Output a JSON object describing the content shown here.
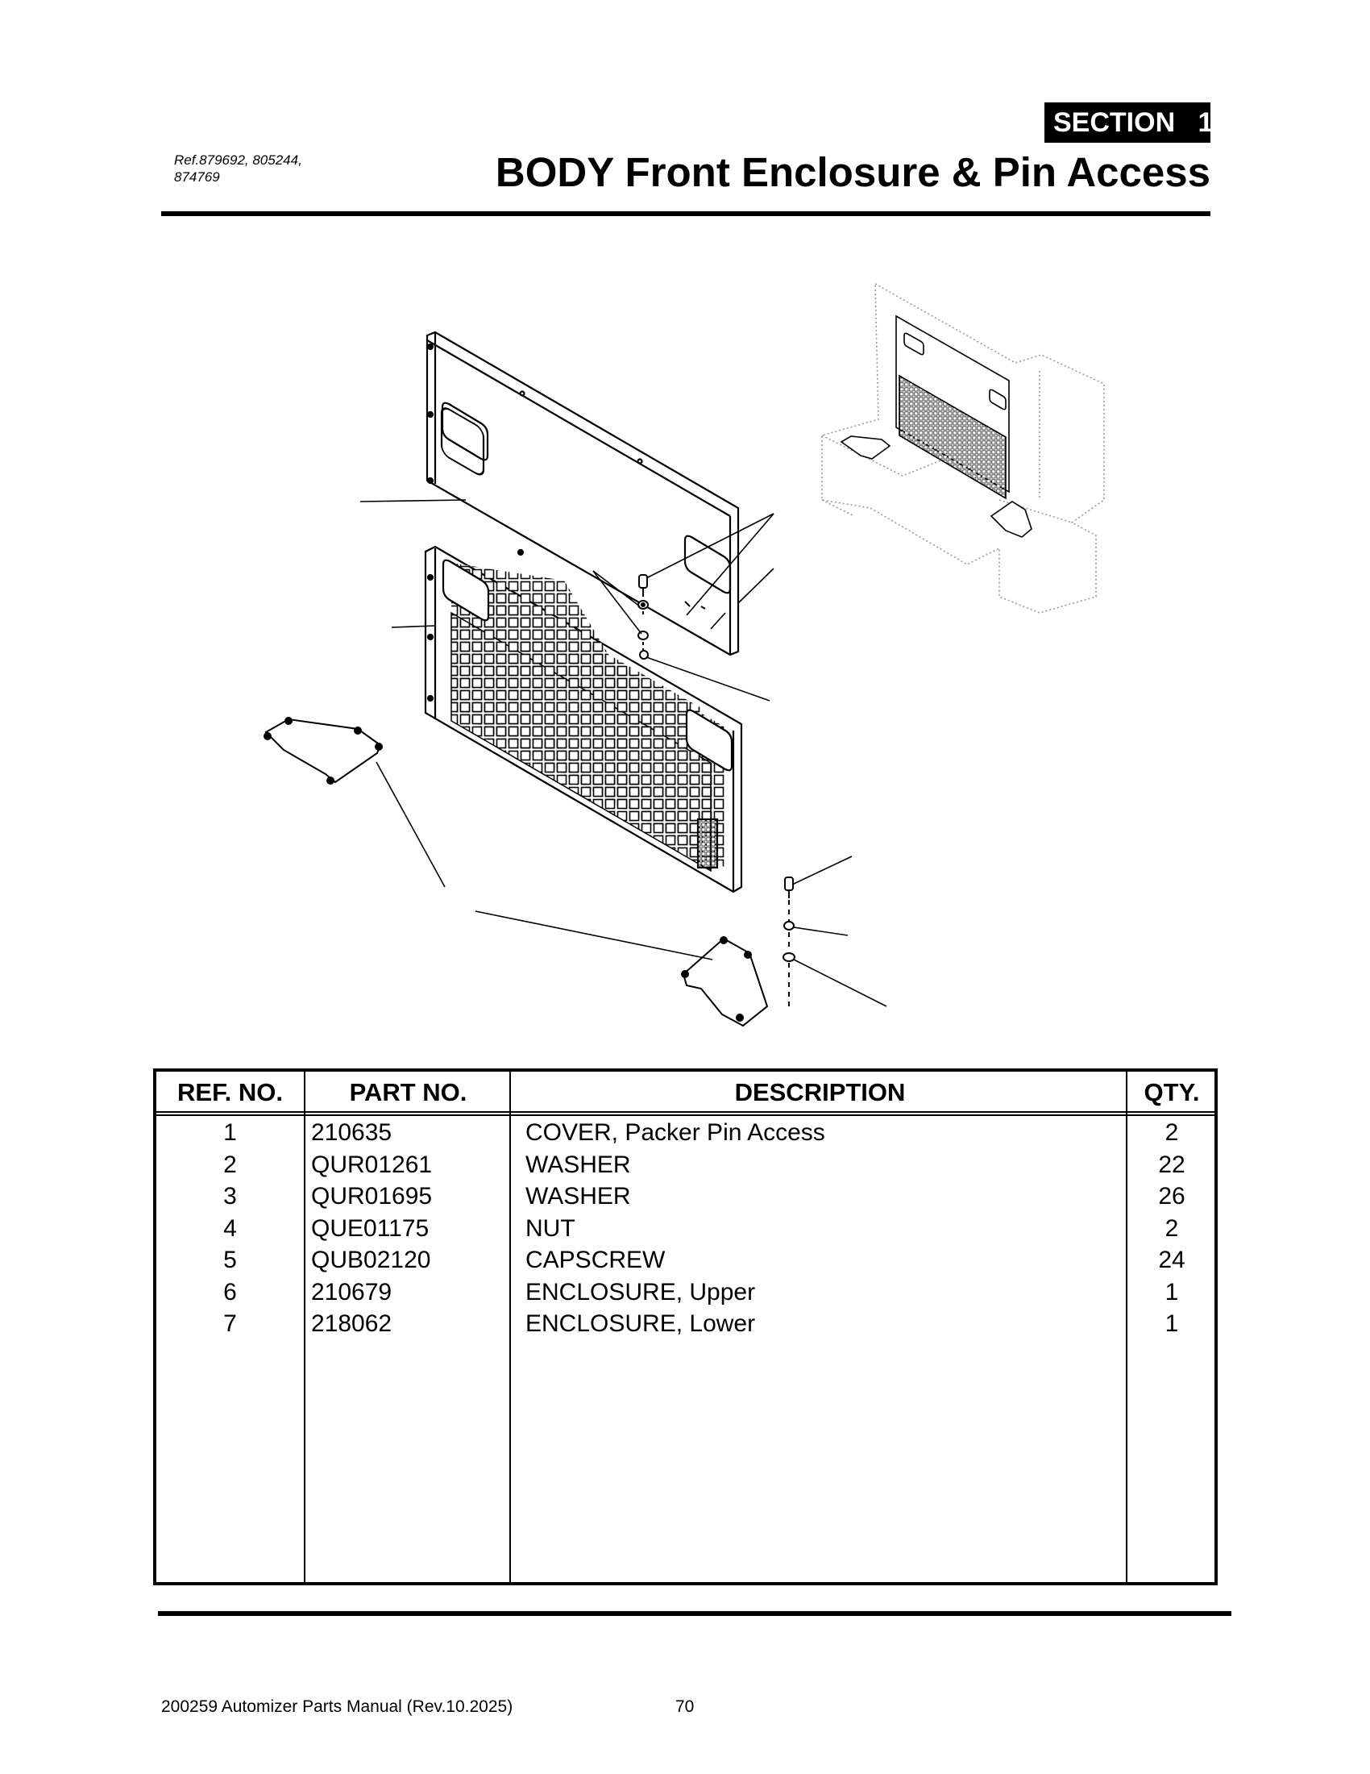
{
  "header": {
    "section_label": "SECTION   1",
    "reference_line1": "Ref.879692, 805244,",
    "reference_line2": "874769",
    "title": "BODY Front Enclosure & Pin Access"
  },
  "diagram": {
    "description": "Exploded line-art view: upper enclosure panel, lower grille enclosure panel, two access cover plates, capscrews, washers and nut with leader lines; inset isometric view of the truck body front showing installed location",
    "icons": [
      "upper-enclosure-panel",
      "lower-enclosure-grille-panel",
      "access-cover-plate",
      "capscrew",
      "washer",
      "nut",
      "location-inset"
    ]
  },
  "parts_table": {
    "columns": [
      "REF. NO.",
      "PART NO.",
      "DESCRIPTION",
      "QTY."
    ],
    "rows": [
      {
        "ref": "1",
        "part": "210635",
        "description": "COVER, Packer Pin Access",
        "qty": "2"
      },
      {
        "ref": "2",
        "part": "QUR01261",
        "description": "WASHER",
        "qty": "22"
      },
      {
        "ref": "3",
        "part": "QUR01695",
        "description": "WASHER",
        "qty": "26"
      },
      {
        "ref": "4",
        "part": "QUE01175",
        "description": "NUT",
        "qty": "2"
      },
      {
        "ref": "5",
        "part": "QUB02120",
        "description": "CAPSCREW",
        "qty": "24"
      },
      {
        "ref": "6",
        "part": "210679",
        "description": "ENCLOSURE, Upper",
        "qty": "1"
      },
      {
        "ref": "7",
        "part": "218062",
        "description": "ENCLOSURE, Lower",
        "qty": "1"
      }
    ]
  },
  "footer": {
    "manual": "200259 Automizer Parts Manual (Rev.10.2025)",
    "page": "70"
  },
  "colors": {
    "ink": "#000000",
    "paper": "#ffffff",
    "ghost_lines": "#9a9a9a"
  }
}
